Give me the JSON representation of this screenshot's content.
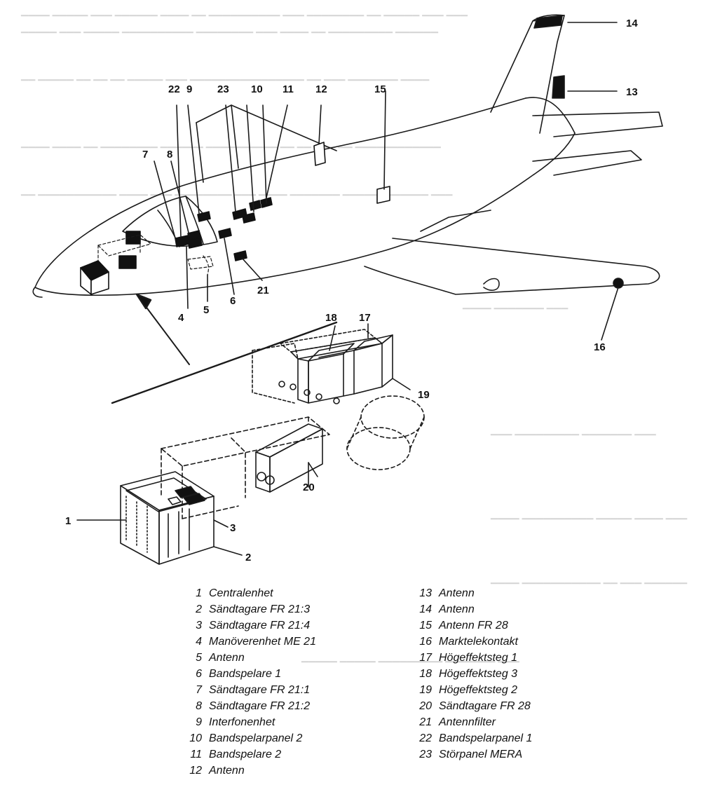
{
  "callouts": {
    "c1": "1",
    "c2": "2",
    "c3": "3",
    "c4": "4",
    "c5": "5",
    "c6": "6",
    "c7": "7",
    "c8": "8",
    "c9": "9",
    "c10": "10",
    "c11": "11",
    "c12": "12",
    "c13": "13",
    "c14": "14",
    "c15": "15",
    "c16": "16",
    "c17": "17",
    "c18": "18",
    "c19": "19",
    "c20": "20",
    "c21": "21",
    "c22": "22",
    "c23": "23"
  },
  "legend": {
    "left": [
      {
        "num": "1",
        "label": "Centralenhet"
      },
      {
        "num": "2",
        "label": "Sändtagare FR 21:3"
      },
      {
        "num": "3",
        "label": "Sändtagare FR 21:4"
      },
      {
        "num": "4",
        "label": "Manöverenhet ME 21"
      },
      {
        "num": "5",
        "label": "Antenn"
      },
      {
        "num": "6",
        "label": "Bandspelare 1"
      },
      {
        "num": "7",
        "label": "Sändtagare FR 21:1"
      },
      {
        "num": "8",
        "label": "Sändtagare FR 21:2"
      },
      {
        "num": "9",
        "label": "Interfonenhet"
      },
      {
        "num": "10",
        "label": "Bandspelarpanel 2"
      },
      {
        "num": "11",
        "label": "Bandspelare 2"
      },
      {
        "num": "12",
        "label": "Antenn"
      }
    ],
    "right": [
      {
        "num": "13",
        "label": "Antenn"
      },
      {
        "num": "14",
        "label": "Antenn"
      },
      {
        "num": "15",
        "label": "Antenn FR 28"
      },
      {
        "num": "16",
        "label": "Marktelekontakt"
      },
      {
        "num": "17",
        "label": "Högeffektsteg 1"
      },
      {
        "num": "18",
        "label": "Högeffektsteg 3"
      },
      {
        "num": "19",
        "label": "Högeffektsteg 2"
      },
      {
        "num": "20",
        "label": "Sändtagare FR 28"
      },
      {
        "num": "21",
        "label": "Antennfilter"
      },
      {
        "num": "22",
        "label": "Bandspelarpanel 1"
      },
      {
        "num": "23",
        "label": "Störpanel MERA"
      }
    ]
  }
}
